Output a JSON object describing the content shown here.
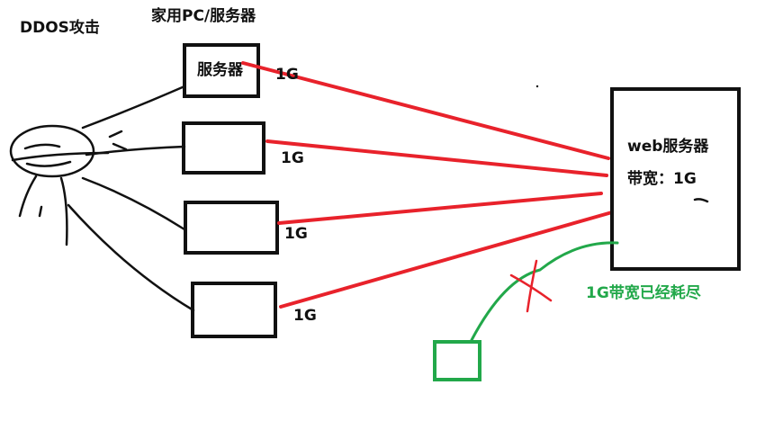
{
  "title": "DDOS攻击",
  "subtitle": "家用PC/服务器",
  "attacker_nodes": [
    {
      "label": "服务器",
      "bandwidth": "1G"
    },
    {
      "label": "",
      "bandwidth": "1G"
    },
    {
      "label": "",
      "bandwidth": "1G"
    },
    {
      "label": "",
      "bandwidth": "1G"
    }
  ],
  "target": {
    "name": "web服务器",
    "bandwidth_label": "带宽：1G"
  },
  "exhausted_note": "1G带宽已经耗尽",
  "colors": {
    "attack_line": "#e8222b",
    "normal_client": "#22a84a",
    "ink": "#111111"
  },
  "icons": [
    "stick-figure-icon",
    "cross-mark-icon"
  ]
}
